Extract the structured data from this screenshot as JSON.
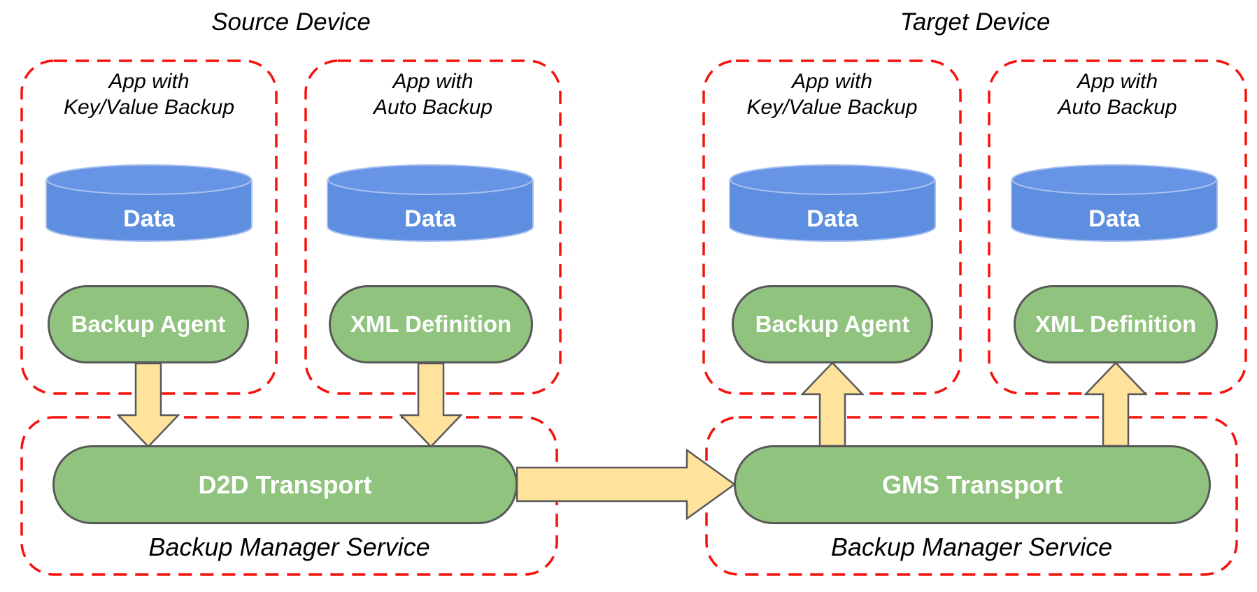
{
  "colors": {
    "dashed-border": "#F5120D",
    "cylinder-fill": "#5E8EDF",
    "cylinder-top": "#6894E6",
    "cylinder-outline": "#A9C1F0",
    "pill-fill": "#90C47E",
    "pill-border": "#595959",
    "arrow-fill": "#FFE29B",
    "arrow-border": "#595959",
    "text-dark": "#000000",
    "text-light": "#FFFFFF"
  },
  "source": {
    "device_title": "Source Device",
    "apps": [
      {
        "title_line1": "App with",
        "title_line2": "Key/Value Backup",
        "data_label": "Data",
        "component_label": "Backup Agent"
      },
      {
        "title_line1": "App with",
        "title_line2": "Auto Backup",
        "data_label": "Data",
        "component_label": "XML Definition"
      }
    ],
    "backup_manager": {
      "transport_label": "D2D Transport",
      "service_label": "Backup Manager Service"
    }
  },
  "target": {
    "device_title": "Target Device",
    "apps": [
      {
        "title_line1": "App with",
        "title_line2": "Key/Value Backup",
        "data_label": "Data",
        "component_label": "Backup Agent"
      },
      {
        "title_line1": "App with",
        "title_line2": "Auto Backup",
        "data_label": "Data",
        "component_label": "XML Definition"
      }
    ],
    "backup_manager": {
      "transport_label": "GMS Transport",
      "service_label": "Backup Manager Service"
    }
  }
}
